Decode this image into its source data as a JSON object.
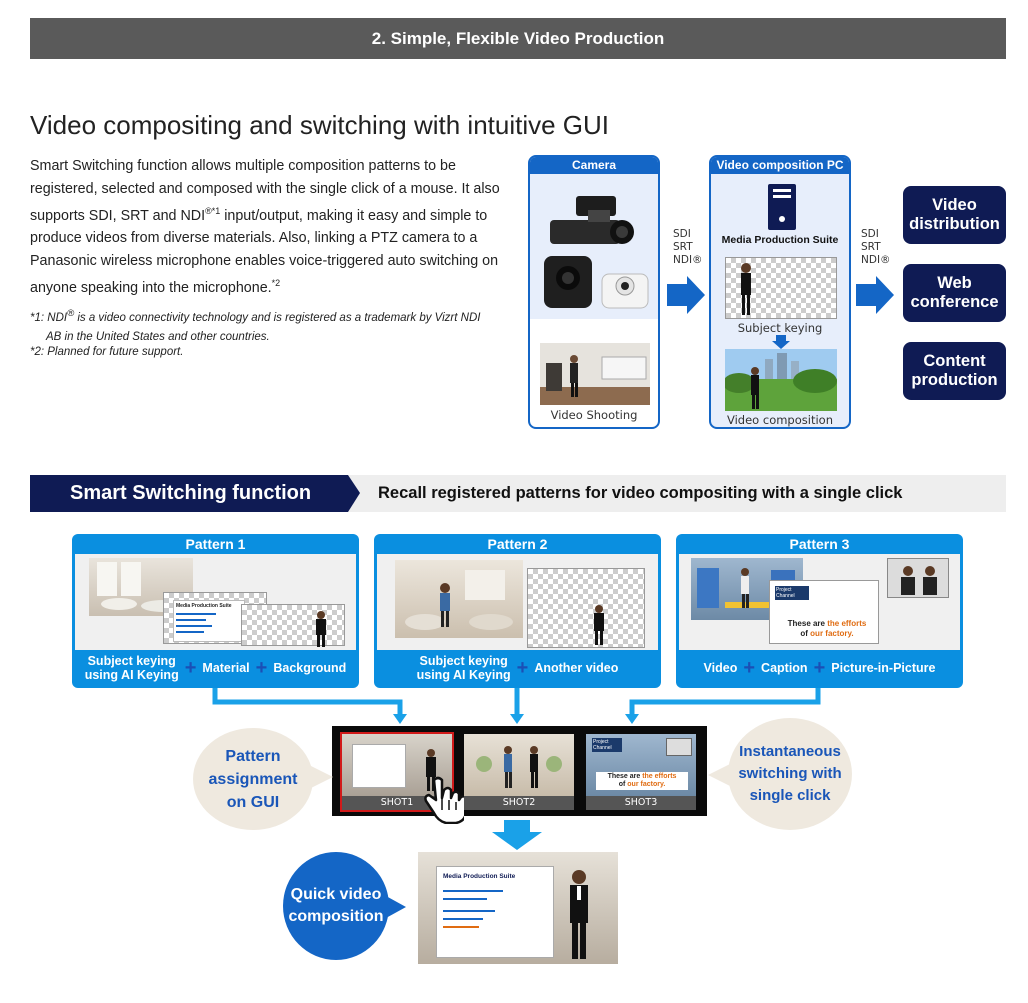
{
  "section_header": "2. Simple, Flexible Video Production",
  "heading": "Video compositing and switching with intuitive GUI",
  "intro": {
    "p1": "Smart Switching function allows multiple composition patterns to be registered, selected and composed with the single click of a mouse. It also supports SDI, SRT and NDI",
    "sup1": "®*1",
    "p2": " input/output, making it easy and simple to produce videos from diverse materials. Also, linking a PTZ camera to a Panasonic wireless microphone enables voice-triggered auto switching on anyone speaking into the microphone.",
    "sup2": "*2"
  },
  "footnotes": {
    "fn1_a": "*1: NDI",
    "fn1_sup": "®",
    "fn1_b": " is a video connectivity technology and is registered as a trademark by Vizrt NDI",
    "fn1_c": "AB in the United States and other countries.",
    "fn2": "*2: Planned for future support."
  },
  "diagram": {
    "camera_title": "Camera",
    "video_shooting": "Video Shooting",
    "protocols_left": [
      "SDI",
      "SRT",
      "NDI®"
    ],
    "pc_title": "Video composition PC",
    "mps_label": "Media Production Suite",
    "subject_keying": "Subject keying",
    "video_composition": "Video composition",
    "protocols_right": [
      "SDI",
      "SRT",
      "NDI®"
    ],
    "outputs": [
      {
        "line1": "Video",
        "line2": "distribution"
      },
      {
        "line1": "Web",
        "line2": "conference"
      },
      {
        "line1": "Content",
        "line2": "production"
      }
    ]
  },
  "smart_switching": {
    "tab": "Smart Switching function",
    "description": "Recall registered patterns for video compositing with a single click"
  },
  "patterns": [
    {
      "title": "Pattern 1",
      "items": [
        {
          "l1": "Subject keying",
          "l2": "using AI Keying"
        },
        {
          "l1": "Material"
        },
        {
          "l1": "Background"
        }
      ]
    },
    {
      "title": "Pattern 2",
      "items": [
        {
          "l1": "Subject keying",
          "l2": "using AI Keying"
        },
        {
          "l1": "Another video"
        }
      ]
    },
    {
      "title": "Pattern 3",
      "items": [
        {
          "l1": "Video"
        },
        {
          "l1": "Caption"
        },
        {
          "l1": "Picture-in-Picture"
        }
      ]
    }
  ],
  "caption_text": {
    "l1a": "These are ",
    "l1b": "the efforts",
    "l2a": "of ",
    "l2b": "our factory."
  },
  "mini_ui": {
    "title": "Media Production Suite",
    "project_channel": "Project Channel"
  },
  "shots": [
    "SHOT1",
    "SHOT2",
    "SHOT3"
  ],
  "bubbles": {
    "left": [
      "Pattern",
      "assignment",
      "on GUI"
    ],
    "right": [
      "Instantaneous",
      "switching with",
      "single click"
    ],
    "bottom": [
      "Quick video",
      "composition"
    ]
  },
  "colors": {
    "header_gray": "#5a5a5a",
    "navy": "#0f1b54",
    "blue": "#1466c6",
    "cyan": "#0a8fe0",
    "beige": "#efe9df"
  }
}
